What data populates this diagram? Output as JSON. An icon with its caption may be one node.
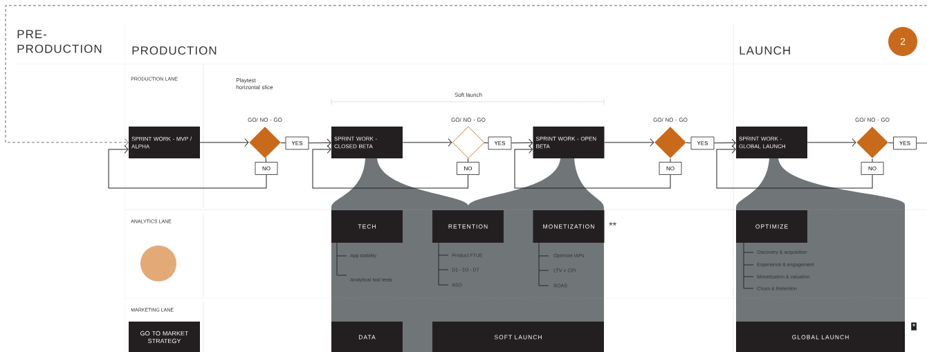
{
  "diagram": {
    "nodes": [
      {
        "text": [
          "SPRINT WORK - MVP / ALPHA"
        ]
      },
      {
        "text": [],
        "shape": "diamond",
        "beside": [
          "GO/ NO - GO"
        ]
      },
      {
        "text": [
          "YES"
        ]
      },
      {
        "text": [
          "NO"
        ]
      },
      {
        "text": [
          "SPRINT WORK - CLOSED BETA"
        ]
      },
      {
        "text": [],
        "shape": "diamond",
        "beside": [
          "GO/ NO - GO"
        ]
      },
      {
        "text": [
          "YES"
        ]
      },
      {
        "text": [
          "NO"
        ]
      },
      {
        "text": [
          "SPRINT WORK - OPEN BETA"
        ]
      },
      {
        "text": [],
        "shape": "diamond",
        "beside": [
          "GO/ NO - GO"
        ]
      },
      {
        "text": [
          "YES"
        ]
      },
      {
        "text": [
          "NO"
        ]
      },
      {
        "text": [
          "SPRINT WORK - GLOBAL LAUNCH"
        ]
      },
      {
        "text": [],
        "shape": "diamond",
        "beside": [
          "GO/ NO - GO"
        ]
      },
      {
        "text": [
          "YES"
        ]
      },
      {
        "text": [
          "NO"
        ]
      },
      {
        "text": [
          "TECH"
        ]
      },
      {
        "text": [
          "RETENTION"
        ]
      },
      {
        "text": [
          "MONETIZATION"
        ]
      },
      {
        "text": [
          "OPTIMIZE"
        ]
      },
      {
        "text": [
          "DATA"
        ]
      },
      {
        "text": [
          "SOFT LAUNCH"
        ]
      },
      {
        "text": [
          "GLOBAL LAUNCH"
        ]
      },
      {
        "text": [
          "GO TO MARKET STRATEGY"
        ]
      },
      {
        "text": [],
        "shape": "circle"
      },
      {
        "text": [
          "2"
        ]
      }
    ],
    "edges": [
      {
        "from": null,
        "to": 0,
        "arrow": "to",
        "style": "dashed"
      },
      {
        "from": 0,
        "to": 1,
        "arrow": "to"
      },
      {
        "from": 1,
        "to": 2,
        "arrow": "none"
      },
      {
        "from": 2,
        "to": 4,
        "arrow": "to"
      },
      {
        "from": 1,
        "to": 3,
        "arrow": "none"
      },
      {
        "from": 3,
        "to": 0,
        "arrow": "to"
      },
      {
        "from": 4,
        "to": 5,
        "arrow": "to"
      },
      {
        "from": 5,
        "to": 6,
        "arrow": "none"
      },
      {
        "from": 6,
        "to": 8,
        "arrow": "to"
      },
      {
        "from": 5,
        "to": 7,
        "arrow": "none"
      },
      {
        "from": 7,
        "to": 4,
        "arrow": "to"
      },
      {
        "from": 8,
        "to": 9,
        "arrow": "to"
      },
      {
        "from": 9,
        "to": 10,
        "arrow": "none"
      },
      {
        "from": 10,
        "to": 12,
        "arrow": "to"
      },
      {
        "from": 9,
        "to": 11,
        "arrow": "none"
      },
      {
        "from": 11,
        "to": 8,
        "arrow": "to"
      },
      {
        "from": 12,
        "to": 13,
        "arrow": "to"
      },
      {
        "from": 13,
        "to": 14,
        "arrow": "none"
      },
      {
        "from": 14,
        "to": null,
        "arrow": "none"
      },
      {
        "from": 13,
        "to": 15,
        "arrow": "none"
      },
      {
        "from": 15,
        "to": 12,
        "arrow": "to"
      }
    ],
    "labels": [
      "PRE- PRODUCTION",
      "PRODUCTION",
      "LAUNCH",
      "PRODUCTION LANE",
      "Playtest horizontal slice",
      "Soft launch",
      "ANALYTICS LANE",
      "MARKETING LANE",
      "**",
      "App stability",
      "Analytical tool tests",
      "Product FTUE",
      "D1 - D3 - D7",
      "ASO",
      "Optimize IAPs",
      "LTV > CPI",
      "ROAS",
      "Discovery & acquisition",
      "Experience & engagement",
      "Monetization & valuation",
      "Churn & Retention",
      "*"
    ]
  }
}
